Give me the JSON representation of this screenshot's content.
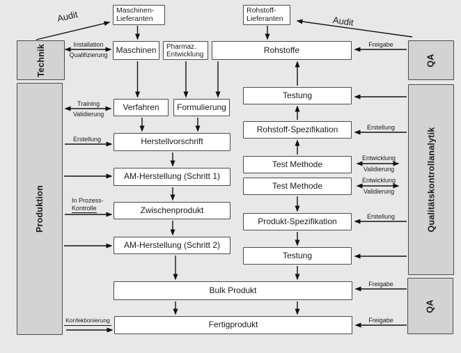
{
  "colors": {
    "background": "#e8e8e8",
    "box_fill": "#ffffff",
    "box_border": "#4a4a4a",
    "sidebar_fill": "#d3d3d3",
    "arrow": "#111111",
    "text": "#1a1a1a"
  },
  "sidebars": {
    "technik": "Technik",
    "produktion": "Produktion",
    "qa_top": "QA",
    "qualitaetskontrollanalytik": "Qualitätskontrollanalytik",
    "qa_bottom": "QA"
  },
  "boxes": {
    "maschinen_lieferanten_l1": "Maschinen-",
    "maschinen_lieferanten_l2": "Lieferanten",
    "rohstoff_lieferanten_l1": "Rohstoff-",
    "rohstoff_lieferanten_l2": "Lieferanten",
    "maschinen": "Maschinen",
    "pharmaz_entwicklung_l1": "Pharmaz.",
    "pharmaz_entwicklung_l2": "Entwicklung",
    "rohstoffe": "Rohstoffe",
    "verfahren": "Verfahren",
    "formulierung": "Formulierung",
    "herstellvorschrift": "Herstellvorschrift",
    "am_herstellung_1": "AM-Herstellung (Schritt 1)",
    "zwischenprodukt": "Zwischenprodukt",
    "am_herstellung_2": "AM-Herstellung (Schritt 2)",
    "testung_oben": "Testung",
    "rohstoff_spezifikation": "Rohstoff-Spezifikation",
    "test_methode_1": "Test Methode",
    "test_methode_2": "Test Methode",
    "produkt_spezifikation": "Produkt-Spezifikation",
    "testung_unten": "Testung",
    "bulk_produkt": "Bulk Produkt",
    "fertigprodukt": "Fertigprodukt"
  },
  "labels": {
    "audit_left": "Audit",
    "audit_right": "Audit",
    "installation": "Installation",
    "qualifizierung": "Qualifizierung",
    "training": "Training",
    "validierung": "Validierung",
    "erstellung_links": "Erstellung",
    "in_prozess_l1": "In Prozess-",
    "in_prozess_l2": "Kontrolle",
    "konfektionierung": "Konfektionierung",
    "freigabe_rohstoffe": "Freigabe",
    "erstellung_rohstoff_spez": "Erstellung",
    "entwicklung_tm1": "Entwicklung",
    "validierung_tm1": "Validierung",
    "entwicklung_tm2": "Entwicklung",
    "validierung_tm2": "Validierung",
    "erstellung_produkt_spez": "Erstellung",
    "freigabe_bulk": "Freigabe",
    "freigabe_fertig": "Freigabe"
  }
}
